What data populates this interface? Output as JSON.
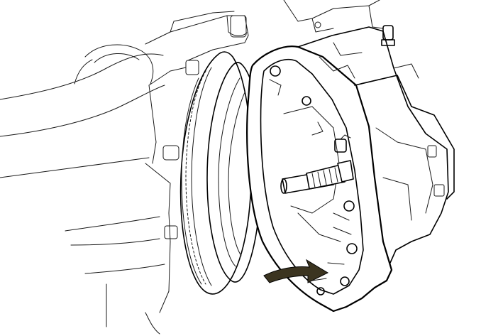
{
  "figure": {
    "colors": {
      "background": "#ffffff",
      "line": "#000000",
      "arrow_fill": "#3b3420"
    },
    "icons": [
      "engine-block",
      "flywheel-ring-gear",
      "clutch-pressure-plate",
      "transmission-bellhousing",
      "input-shaft",
      "direction-arrow"
    ],
    "labels": []
  }
}
